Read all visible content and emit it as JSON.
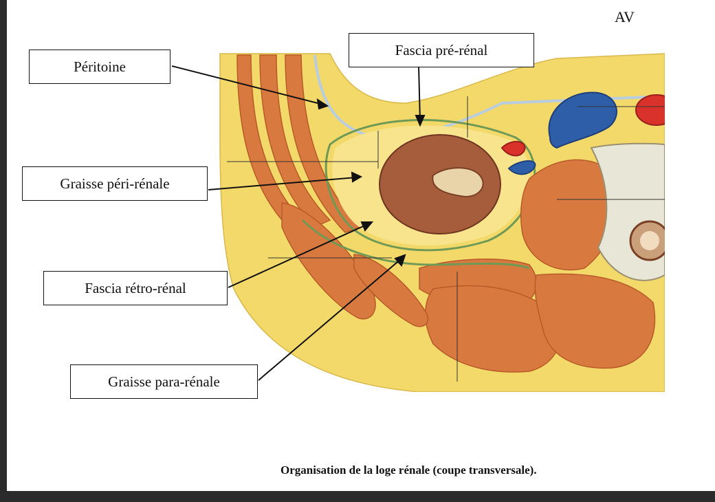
{
  "orientation_marker": "AV",
  "labels": {
    "peritoine": "Péritoine",
    "fascia_pre_renal": "Fascia pré-rénal",
    "graisse_peri_renale": "Graisse péri-rénale",
    "fascia_retro_renal": "Fascia rétro-rénal",
    "graisse_para_renale": "Graisse para-rénale"
  },
  "caption": "Organisation de la loge rénale (coupe transversale).",
  "colors": {
    "fat": "#f3d86a",
    "fat_light": "#f7e48c",
    "muscle": "#d87a3f",
    "muscle_dark": "#b85a28",
    "kidney": "#a65d3c",
    "fascia_green": "#6f9a56",
    "fascia_blue": "#b9cde0",
    "vein": "#2f5ea8",
    "artery": "#d8322a",
    "bone": "#e8e6d6",
    "line": "#111111"
  }
}
